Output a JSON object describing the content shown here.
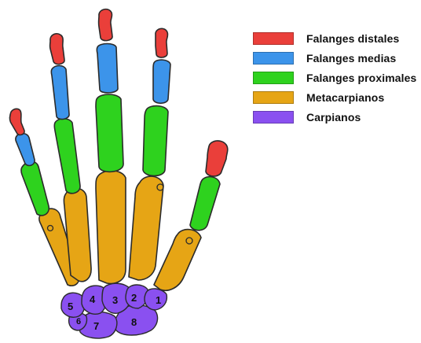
{
  "colors": {
    "distal": "#ea3f3a",
    "medial": "#3c94ea",
    "proximal": "#2ed21e",
    "metacarpal": "#e6a515",
    "carpal": "#8a50f0",
    "outline": "#2b2b2b"
  },
  "legend": [
    {
      "label": "Falanges distales",
      "color": "#ea3f3a"
    },
    {
      "label": "Falanges medias",
      "color": "#3c94ea"
    },
    {
      "label": "Falanges proximales",
      "color": "#2ed21e"
    },
    {
      "label": "Metacarpianos",
      "color": "#e6a515"
    },
    {
      "label": "Carpianos",
      "color": "#8a50f0"
    }
  ],
  "carpal_numbers": [
    "1",
    "2",
    "3",
    "4",
    "5",
    "6",
    "7",
    "8"
  ]
}
